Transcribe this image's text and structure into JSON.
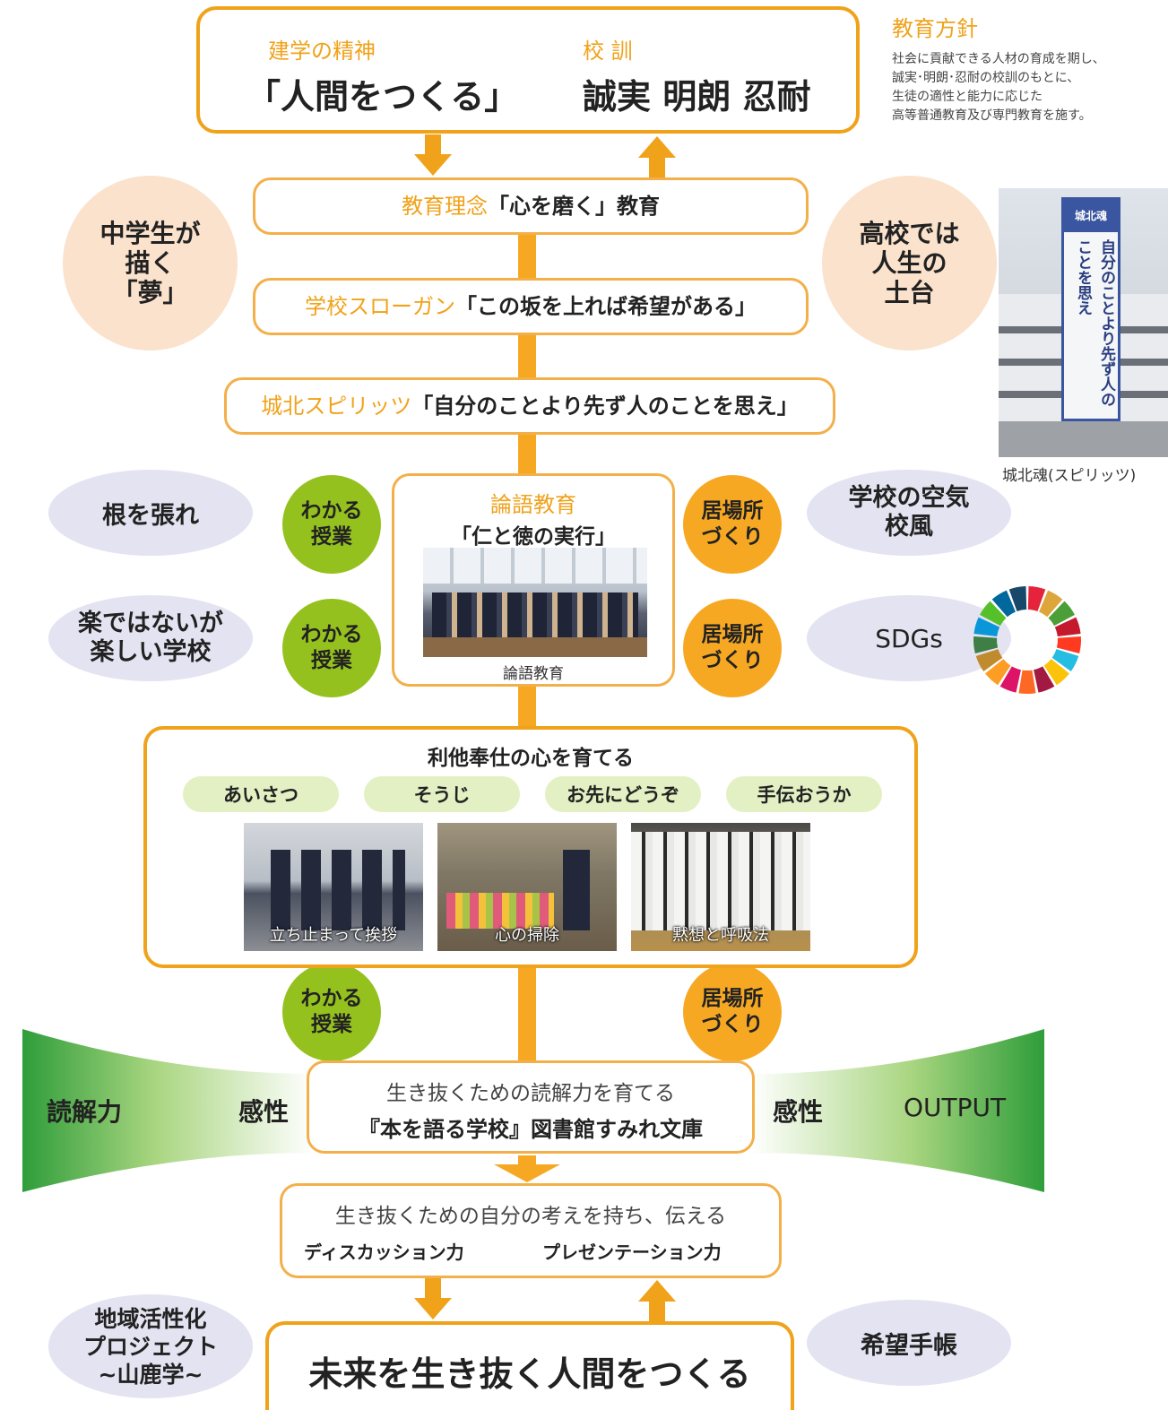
{
  "top": {
    "spirit_label": "建学の精神",
    "spirit_value": "「人間をつくる」",
    "motto_label": "校 訓",
    "motto_value": "誠実 明朗 忍耐"
  },
  "policy": {
    "title": "教育方針",
    "lines": [
      "社会に貢献できる人材の育成を期し、",
      "誠実･明朗･忍耐の校訓のもとに、",
      "生徒の適性と能力に応じた",
      "高等普通教育及び専門教育を施す。"
    ]
  },
  "philosophy": {
    "label": "教育理念",
    "value": "「心を磨く」教育"
  },
  "slogan": {
    "label": "学校スローガン",
    "value": "「この坂を上れば希望がある」"
  },
  "spirits": {
    "label": "城北スピリッツ",
    "value": "「自分のことより先ず人のことを思え」"
  },
  "left_circles": {
    "dream": [
      "中学生が",
      "描く",
      "「夢」"
    ]
  },
  "right_circles": {
    "foundation": [
      "高校では",
      "人生の",
      "土台"
    ]
  },
  "photo_building": {
    "sign_small": "城北魂",
    "sign_text": "自分のことより先ず人のことを思え",
    "caption": "城北魂(スピリッツ)"
  },
  "rongo": {
    "title": "論語教育",
    "subtitle": "「仁と徳の実行」",
    "caption": "論語教育"
  },
  "side_ovals": {
    "roots": "根を張れ",
    "fun_school": [
      "楽ではないが",
      "楽しい学校"
    ],
    "atmosphere": [
      "学校の空気",
      "校風"
    ],
    "sdgs": "SDGs",
    "community": [
      "地域活性化",
      "プロジェクト",
      "~山鹿学~"
    ],
    "hope_notebook": "希望手帳"
  },
  "badges": {
    "understand": [
      "わかる",
      "授業"
    ],
    "place": [
      "居場所",
      "づくり"
    ]
  },
  "altruism": {
    "title": "利他奉仕の心を育てる",
    "pills": [
      "あいさつ",
      "そうじ",
      "お先にどうぞ",
      "手伝おうか"
    ],
    "photos": [
      "立ち止まって挨拶",
      "心の掃除",
      "黙想と呼吸法"
    ]
  },
  "reading": {
    "left_outer": "読解力",
    "left_inner": "感性",
    "right_inner": "感性",
    "right_outer": "OUTPUT",
    "line1": "生き抜くための読解力を育てる",
    "line2": "『本を語る学校』図書館すみれ文庫"
  },
  "thinking": {
    "line1": "生き抜くための自分の考えを持ち、伝える",
    "skill1": "ディスカッション力",
    "skill2": "プレゼンテーション力"
  },
  "goal": {
    "text": "未来を生き抜く人間をつくる"
  },
  "colors": {
    "accent": "#f0a21a",
    "green": "#95c11f",
    "peach": "#fbe2cc",
    "lavender": "#e4e3f1"
  }
}
